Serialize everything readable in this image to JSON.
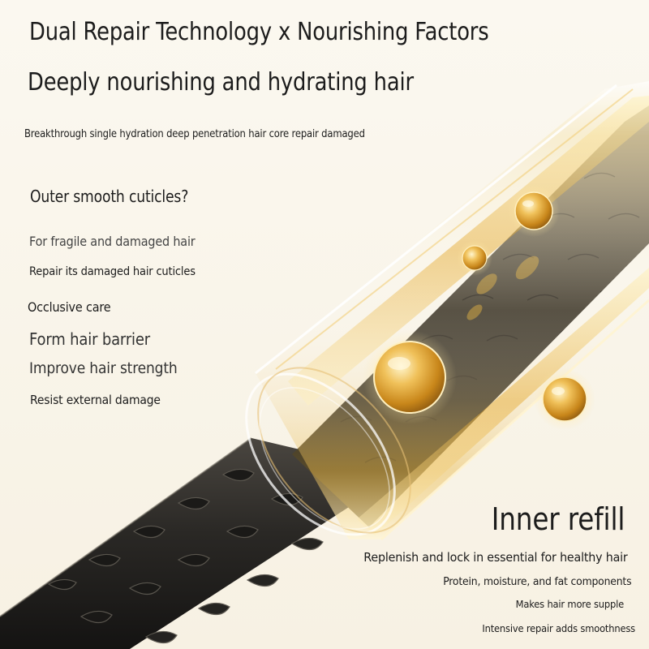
{
  "header": {
    "title": "Dual Repair Technology x Nourishing Factors",
    "subtitle": "Deeply nourishing and hydrating hair",
    "description": "Breakthrough single hydration deep penetration hair core repair damaged"
  },
  "outer": {
    "title": "Outer smooth cuticles?",
    "lines": [
      "For fragile and damaged hair",
      "Repair its damaged hair cuticles",
      "Occlusive care",
      "Form hair barrier",
      "Improve hair strength",
      "Resist external damage"
    ]
  },
  "inner": {
    "title": "Inner refill",
    "lines": [
      "Replenish and lock in essential for healthy hair",
      "Protein, moisture, and fat components",
      "Makes hair more supple",
      "Intensive repair adds smoothness"
    ]
  },
  "colors": {
    "background": "#faf6ec",
    "gold": "#e0a526",
    "hair_dark": "#2b2926",
    "leader_line": "#c7a46a"
  },
  "illustration": "hair-strand-with-cuticle-scales-and-nourishing-droplets"
}
